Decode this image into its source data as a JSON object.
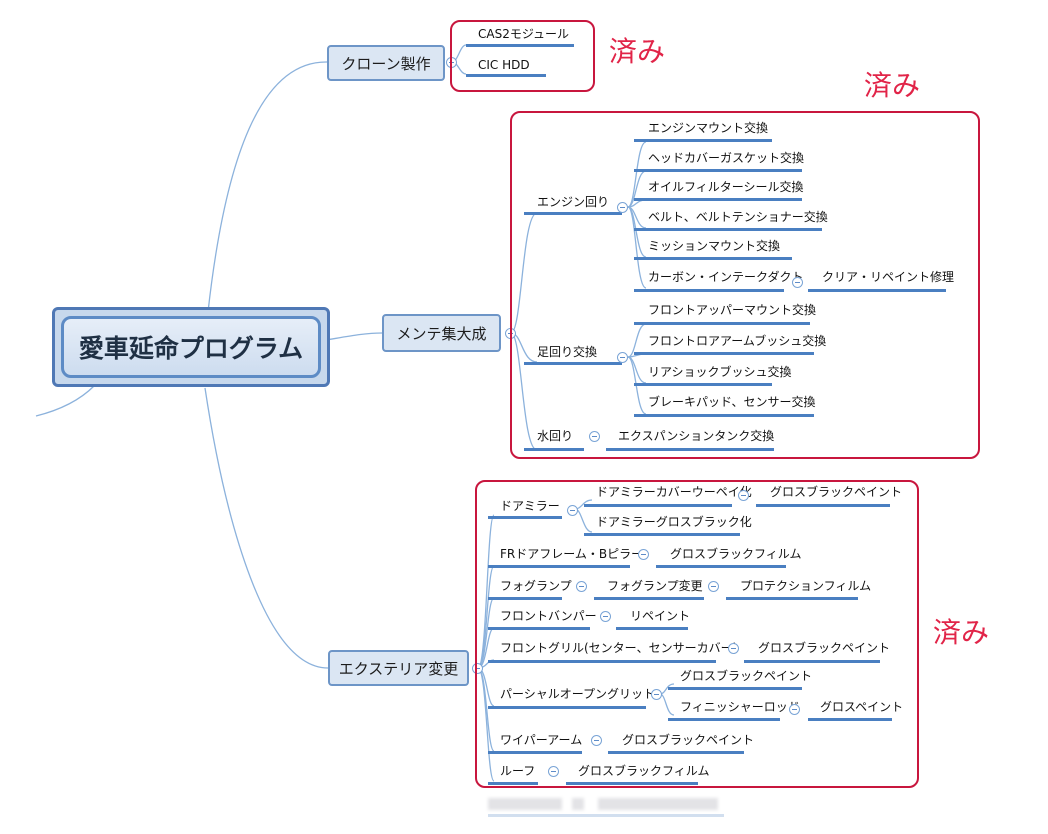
{
  "central": "愛車延命プログラム",
  "done_label": "済み",
  "branches": {
    "clone": {
      "title": "クローン製作",
      "items": [
        "CAS2モジュール",
        "CIC HDD"
      ]
    },
    "maint": {
      "title": "メンテ集大成",
      "engine": {
        "title": "エンジン回り",
        "items": [
          "エンジンマウント交換",
          "ヘッドカバーガスケット交換",
          "オイルフィルターシール交換",
          "ベルト、ベルトテンショナー交換",
          "ミッションマウント交換",
          "カーボン・インテークダクト"
        ],
        "carbon_child": "クリア・リペイント修理"
      },
      "suspension": {
        "title": "足回り交換",
        "items": [
          "フロントアッパーマウント交換",
          "フロントロアアームブッシュ交換",
          "リアショックブッシュ交換",
          "ブレーキパッド、センサー交換"
        ]
      },
      "water": {
        "title": "水回り",
        "child": "エクスパンションタンク交換"
      }
    },
    "exterior": {
      "title": "エクステリア変更",
      "mirror": {
        "title": "ドアミラー",
        "sub1": "ドアミラーカバーウーペイ化",
        "sub1_child": "グロスブラックペイント",
        "sub2": "ドアミラーグロスブラック化"
      },
      "frame": {
        "title": "FRドアフレーム・Bピラー",
        "child": "グロスブラックフィルム"
      },
      "fog": {
        "title": "フォグランプ",
        "child": "フォグランプ変更",
        "grandchild": "プロテクションフィルム"
      },
      "bumper": {
        "title": "フロントバンパー",
        "child": "リペイント"
      },
      "grill": {
        "title": "フロントグリル(センター、センサーカバー)",
        "child": "グロスブラックペイント"
      },
      "opening": {
        "title": "パーシャルオープングリット",
        "child1": "グロスブラックペイント",
        "child2": "フィニッシャーロッド",
        "child2_child": "グロスペイント"
      },
      "wiper": {
        "title": "ワイパーアーム",
        "child": "グロスブラックペイント"
      },
      "roof": {
        "title": "ルーフ",
        "child": "グロスブラックフィルム"
      }
    }
  }
}
